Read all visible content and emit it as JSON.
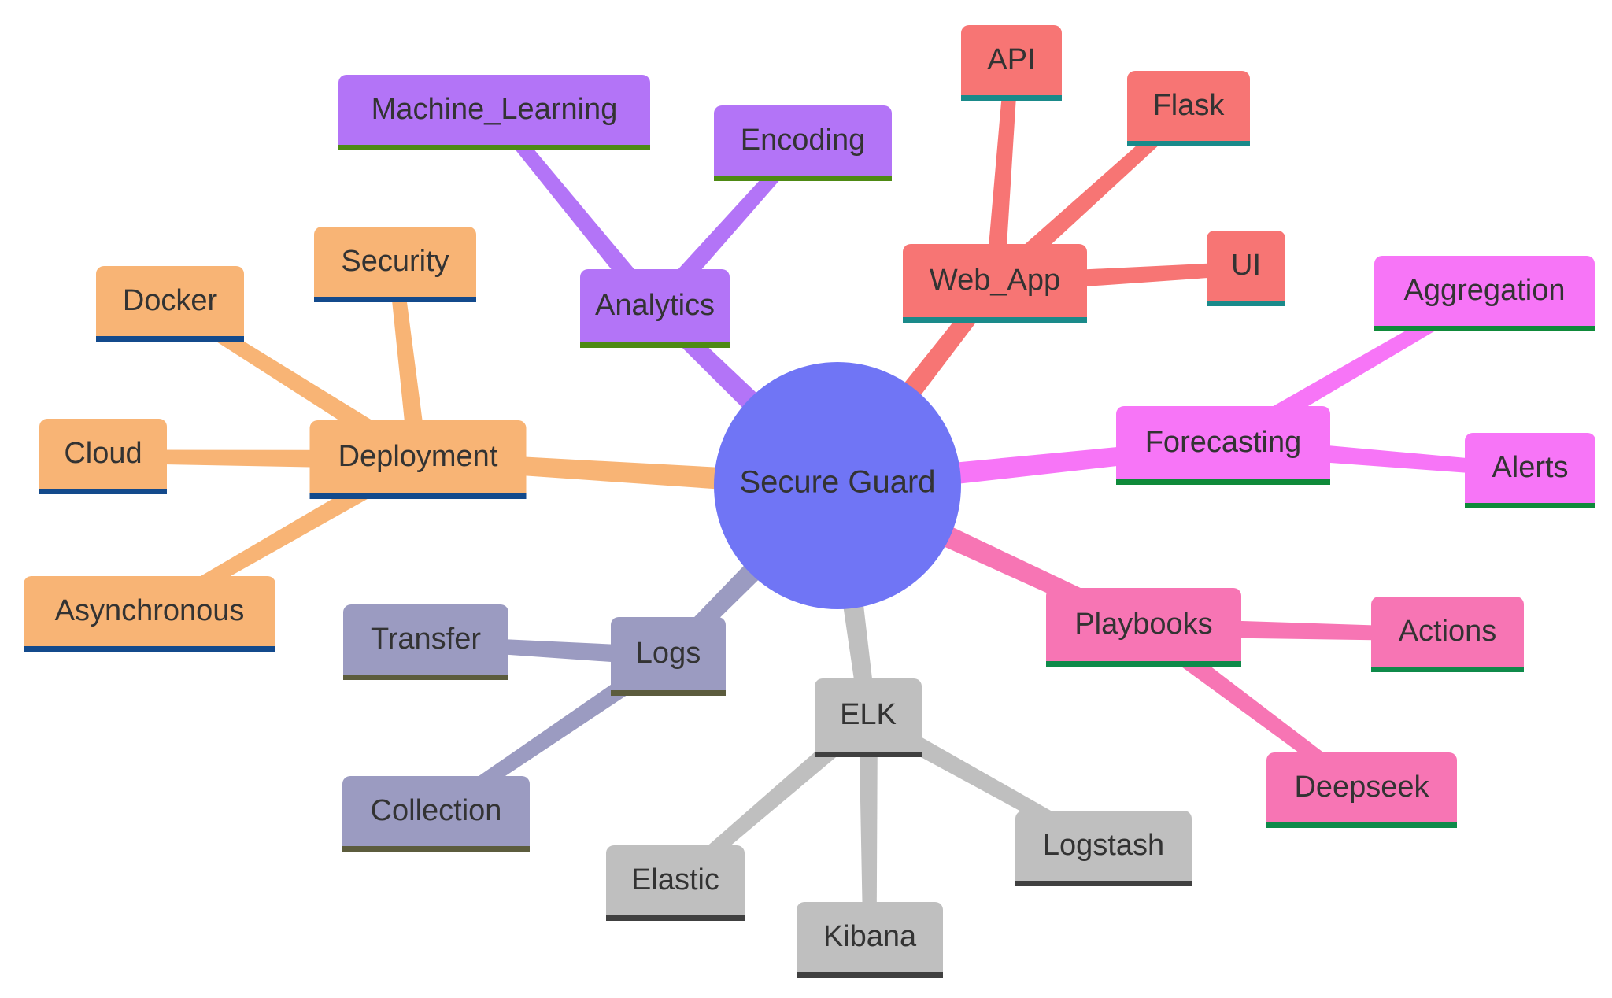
{
  "root": {
    "label": "Secure Guard",
    "color": "#7075f5"
  },
  "branches": [
    {
      "id": "web-app",
      "label": "Web_App",
      "color": "#f77574",
      "underline": "#1a8a8a",
      "children": [
        {
          "id": "api",
          "label": "API"
        },
        {
          "id": "flask",
          "label": "Flask"
        },
        {
          "id": "ui",
          "label": "UI"
        }
      ]
    },
    {
      "id": "analytics",
      "label": "Analytics",
      "color": "#b374f7",
      "underline": "#4e8a14",
      "children": [
        {
          "id": "machine-learning",
          "label": "Machine_Learning"
        },
        {
          "id": "encoding",
          "label": "Encoding"
        }
      ]
    },
    {
      "id": "deployment",
      "label": "Deployment",
      "color": "#f8b475",
      "underline": "#134a8c",
      "children": [
        {
          "id": "security",
          "label": "Security"
        },
        {
          "id": "docker",
          "label": "Docker"
        },
        {
          "id": "cloud",
          "label": "Cloud"
        },
        {
          "id": "asynchronous",
          "label": "Asynchronous"
        }
      ]
    },
    {
      "id": "forecasting",
      "label": "Forecasting",
      "color": "#f775f7",
      "underline": "#0f8a3a",
      "children": [
        {
          "id": "aggregation",
          "label": "Aggregation"
        },
        {
          "id": "alerts",
          "label": "Alerts"
        }
      ]
    },
    {
      "id": "playbooks",
      "label": "Playbooks",
      "color": "#f775b4",
      "underline": "#0f8a4a",
      "children": [
        {
          "id": "actions",
          "label": "Actions"
        },
        {
          "id": "deepseek",
          "label": "Deepseek"
        }
      ]
    },
    {
      "id": "logs",
      "label": "Logs",
      "color": "#9b9bc1",
      "underline": "#5c5c3d",
      "children": [
        {
          "id": "transfer",
          "label": "Transfer"
        },
        {
          "id": "collection",
          "label": "Collection"
        }
      ]
    },
    {
      "id": "elk",
      "label": "ELK",
      "color": "#bfbfbf",
      "underline": "#404040",
      "children": [
        {
          "id": "elastic",
          "label": "Elastic"
        },
        {
          "id": "kibana",
          "label": "Kibana"
        },
        {
          "id": "logstash",
          "label": "Logstash"
        }
      ]
    }
  ]
}
